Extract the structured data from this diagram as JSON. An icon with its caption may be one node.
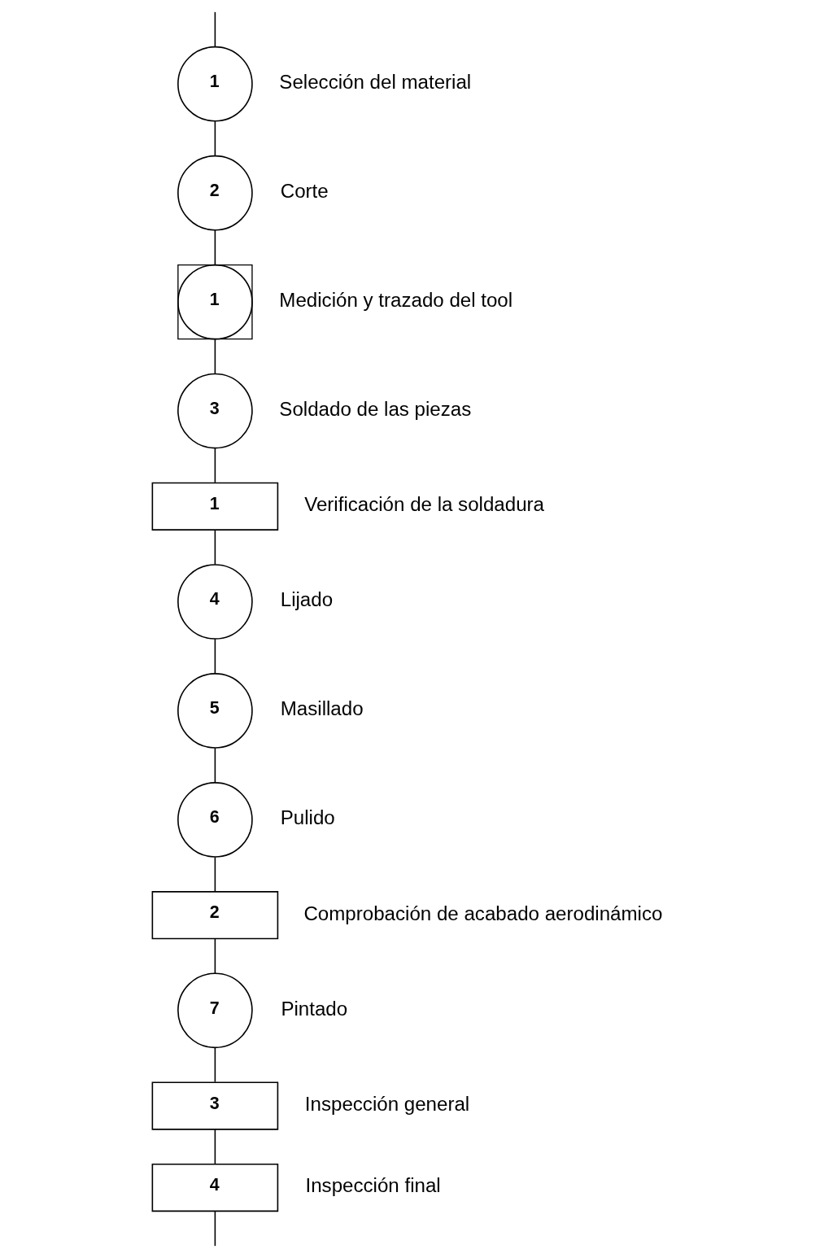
{
  "diagram": {
    "nodes": [
      {
        "text": [
          "1"
        ],
        "beside": [
          "Selección del material"
        ]
      },
      {
        "text": [
          "2"
        ],
        "beside": [
          "Corte"
        ]
      },
      {
        "text": [
          "1"
        ],
        "beside": [
          "Medición y trazado del tool"
        ]
      },
      {
        "text": [
          "3"
        ],
        "beside": [
          "Soldado de las piezas"
        ]
      },
      {
        "text": [
          "1"
        ],
        "beside": [
          "Verificación de la soldadura"
        ]
      },
      {
        "text": [
          "4"
        ],
        "beside": [
          "Lijado"
        ]
      },
      {
        "text": [
          "5"
        ],
        "beside": [
          "Masillado"
        ]
      },
      {
        "text": [
          "6"
        ],
        "beside": [
          "Pulido"
        ]
      },
      {
        "text": [
          "2"
        ],
        "beside": [
          "Comprobación de acabado aerodinámico"
        ]
      },
      {
        "text": [
          "7"
        ],
        "beside": [
          "Pintado"
        ]
      },
      {
        "text": [
          "3"
        ],
        "beside": [
          "Inspección general"
        ]
      },
      {
        "text": [
          "4"
        ],
        "beside": [
          "Inspección final"
        ]
      }
    ],
    "edges": [
      {
        "from": null,
        "to": 0,
        "arrow": "none"
      },
      {
        "from": 0,
        "to": 1,
        "arrow": "none"
      },
      {
        "from": 1,
        "to": 2,
        "arrow": "none"
      },
      {
        "from": 2,
        "to": 3,
        "arrow": "none"
      },
      {
        "from": 3,
        "to": 4,
        "arrow": "none"
      },
      {
        "from": 4,
        "to": 5,
        "arrow": "none"
      },
      {
        "from": 5,
        "to": 6,
        "arrow": "none"
      },
      {
        "from": 6,
        "to": 7,
        "arrow": "none"
      },
      {
        "from": 7,
        "to": 8,
        "arrow": "none"
      },
      {
        "from": 8,
        "to": 9,
        "arrow": "none"
      },
      {
        "from": 9,
        "to": 10,
        "arrow": "none"
      },
      {
        "from": 10,
        "to": 11,
        "arrow": "none"
      },
      {
        "from": 11,
        "to": null,
        "arrow": "none"
      }
    ]
  }
}
